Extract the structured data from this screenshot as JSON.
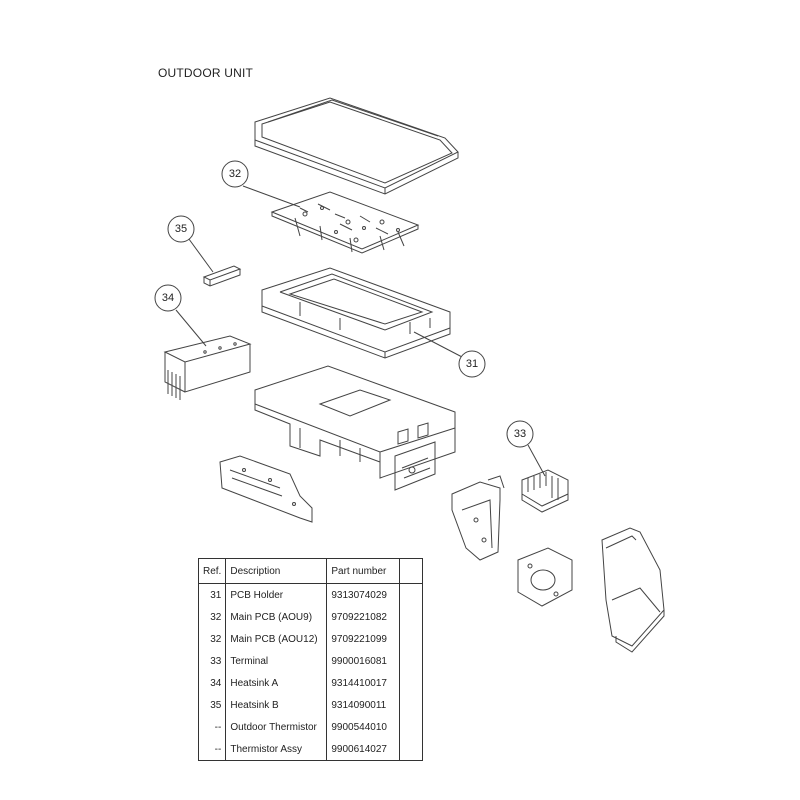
{
  "title": "OUTDOOR UNIT",
  "callouts": [
    {
      "ref": "31"
    },
    {
      "ref": "32"
    },
    {
      "ref": "33"
    },
    {
      "ref": "34"
    },
    {
      "ref": "35"
    }
  ],
  "table": {
    "headers": {
      "ref": "Ref.",
      "description": "Description",
      "part_number": "Part number",
      "extra": ""
    },
    "rows": [
      {
        "ref": "31",
        "description": "PCB Holder",
        "part_number": "9313074029"
      },
      {
        "ref": "32",
        "description": "Main PCB (AOU9)",
        "part_number": "9709221082"
      },
      {
        "ref": "32",
        "description": "Main PCB (AOU12)",
        "part_number": "9709221099"
      },
      {
        "ref": "33",
        "description": "Terminal",
        "part_number": "9900016081"
      },
      {
        "ref": "34",
        "description": "Heatsink A",
        "part_number": "9314410017"
      },
      {
        "ref": "35",
        "description": "Heatsink B",
        "part_number": "9314090011"
      },
      {
        "ref": "--",
        "description": "Outdoor Thermistor",
        "part_number": "9900544010"
      },
      {
        "ref": "--",
        "description": "Thermistor Assy",
        "part_number": "9900614027"
      }
    ]
  }
}
